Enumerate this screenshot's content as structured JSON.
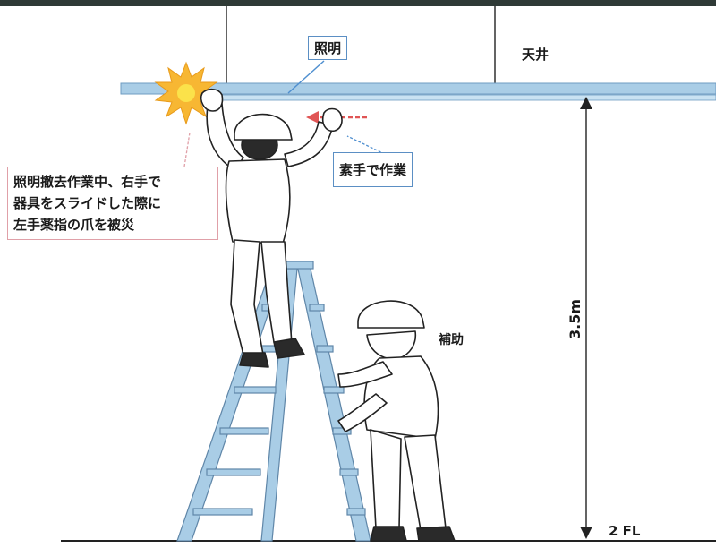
{
  "labels": {
    "lamp": "照明",
    "ceiling": "天井",
    "bare_hand": "素手で作業",
    "incident_lines": [
      "照明撤去作業中、右手で",
      "器具をスライドした際に",
      "左手薬指の爪を被災"
    ],
    "helper": "補助",
    "height": "3.5m",
    "floor": "2 FL"
  },
  "colors": {
    "frame": "#2f3a36",
    "beam": "#a9cde6",
    "beam_edge": "#6e9cc2",
    "ladder": "#a9cde6",
    "ladder_edge": "#5f86a8",
    "flash": "#f7b733",
    "flash_core": "#fbe24a",
    "arrow_red": "#e05555",
    "arrow_blue": "#4f8fd0",
    "callout_red": "#e0a0a8",
    "line": "#222222"
  }
}
